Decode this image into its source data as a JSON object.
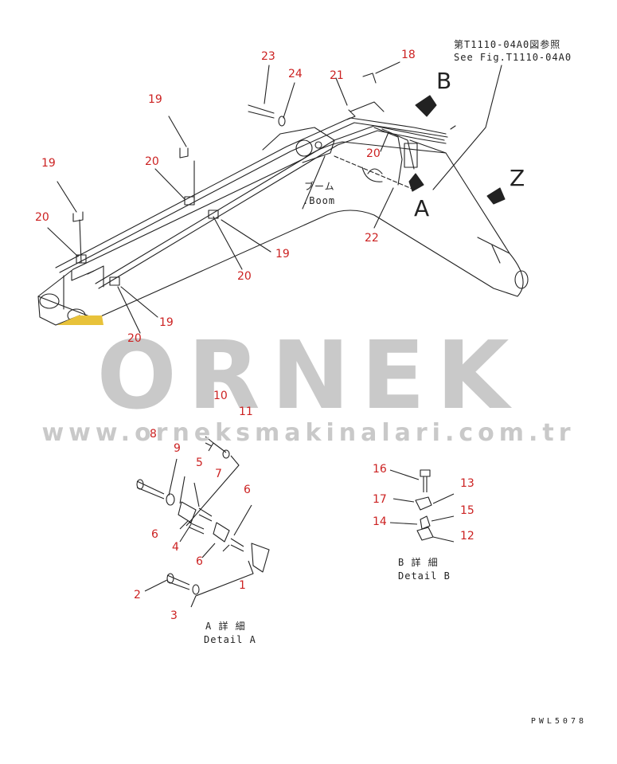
{
  "reference_note": {
    "japanese": "第T1110-04A0図参照",
    "english": "See Fig.T1110-04A0"
  },
  "boom_label": {
    "japanese": "ブーム",
    "english": ".Boom"
  },
  "view_markers": {
    "a": "A",
    "b": "B",
    "z": "Z"
  },
  "callouts": {
    "top": [
      "23",
      "24",
      "18",
      "21",
      "19",
      "20",
      "19",
      "20",
      "20",
      "22",
      "19",
      "20",
      "19",
      "20"
    ],
    "detail_a": [
      "10",
      "11",
      "8",
      "9",
      "5",
      "7",
      "6",
      "6",
      "4",
      "6",
      "1",
      "2",
      "3"
    ],
    "detail_b": [
      "16",
      "13",
      "17",
      "15",
      "14",
      "12"
    ]
  },
  "detail_a_title": {
    "japanese": "A 詳 細",
    "english": "Detail A"
  },
  "detail_b_title": {
    "japanese": "B 詳 細",
    "english": "Detail B"
  },
  "watermark": {
    "brand": "ORNEK",
    "url": "www.orneksmakinalari.com.tr"
  },
  "drawing_code": "PWL5078",
  "colors": {
    "callout": "#cc2222",
    "line": "#222222",
    "watermark": "#c9c9c9",
    "accent": "#e8c23a"
  }
}
